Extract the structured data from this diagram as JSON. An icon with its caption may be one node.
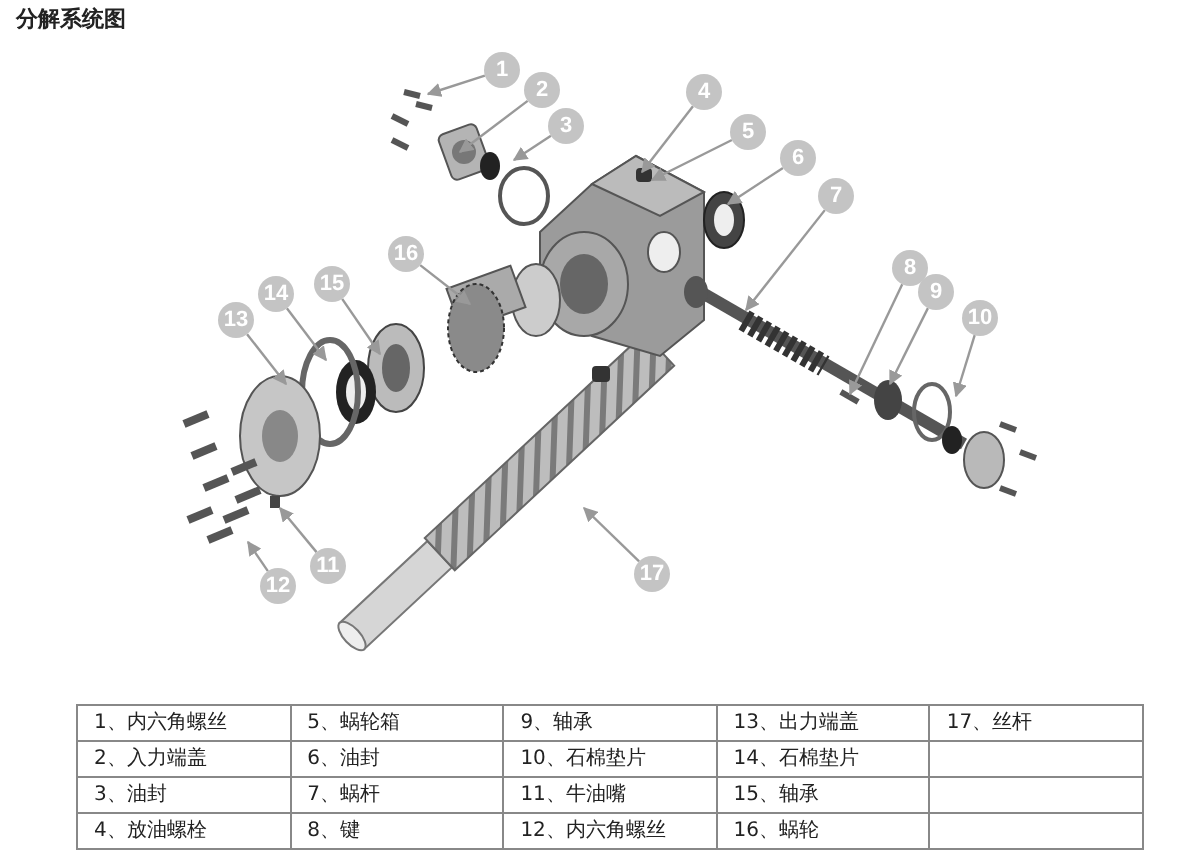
{
  "diagram": {
    "title": "分解系统图",
    "nodes": [
      {
        "text": [
          "1"
        ]
      },
      {
        "text": [
          "2"
        ]
      },
      {
        "text": [
          "3"
        ]
      },
      {
        "text": [
          "4"
        ]
      },
      {
        "text": [
          "5"
        ]
      },
      {
        "text": [
          "6"
        ]
      },
      {
        "text": [
          "7"
        ]
      },
      {
        "text": [
          "8"
        ]
      },
      {
        "text": [
          "9"
        ]
      },
      {
        "text": [
          "10"
        ]
      },
      {
        "text": [
          "11"
        ]
      },
      {
        "text": [
          "12"
        ]
      },
      {
        "text": [
          "13"
        ]
      },
      {
        "text": [
          "14"
        ]
      },
      {
        "text": [
          "15"
        ]
      },
      {
        "text": [
          "16"
        ]
      },
      {
        "text": [
          "17"
        ]
      }
    ],
    "edges": [
      {
        "from": 0,
        "to": null,
        "arrow": "to"
      },
      {
        "from": 1,
        "to": null,
        "arrow": "to"
      },
      {
        "from": 2,
        "to": null,
        "arrow": "to"
      },
      {
        "from": 3,
        "to": null,
        "arrow": "to"
      },
      {
        "from": 4,
        "to": null,
        "arrow": "to"
      },
      {
        "from": 5,
        "to": null,
        "arrow": "to"
      },
      {
        "from": 6,
        "to": null,
        "arrow": "to"
      },
      {
        "from": 7,
        "to": null,
        "arrow": "to"
      },
      {
        "from": 8,
        "to": null,
        "arrow": "to"
      },
      {
        "from": 9,
        "to": null,
        "arrow": "to"
      },
      {
        "from": 10,
        "to": null,
        "arrow": "to"
      },
      {
        "from": 11,
        "to": null,
        "arrow": "to"
      },
      {
        "from": 12,
        "to": null,
        "arrow": "to"
      },
      {
        "from": 13,
        "to": null,
        "arrow": "to"
      },
      {
        "from": 14,
        "to": null,
        "arrow": "to"
      },
      {
        "from": 15,
        "to": null,
        "arrow": "to"
      },
      {
        "from": 16,
        "to": null,
        "arrow": "to"
      }
    ],
    "labels": [
      "1、内六角螺丝",
      "5、蜗轮箱",
      "9、轴承",
      "13、出力端盖",
      "17、丝杆",
      "2、入力端盖",
      "6、油封",
      "10、石棉垫片",
      "14、石棉垫片",
      "3、油封",
      "7、蜗杆",
      "11、牛油嘴",
      "15、轴承",
      "4、放油螺栓",
      "8、键",
      "12、内六角螺丝",
      "16、蜗轮"
    ]
  }
}
